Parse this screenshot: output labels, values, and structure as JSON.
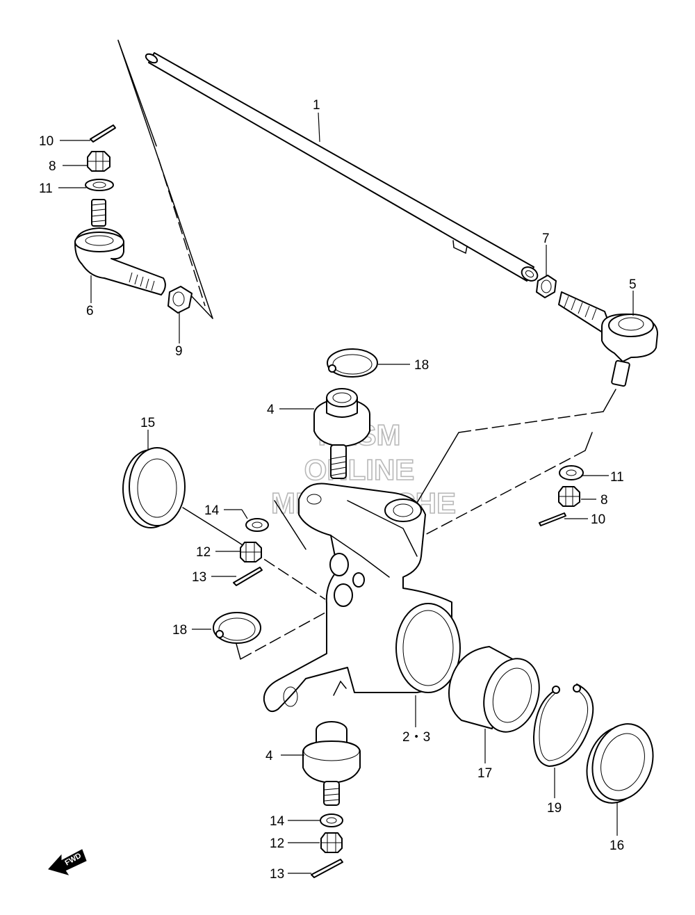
{
  "labels": {
    "p1": "1",
    "p23": "2・3",
    "p4a": "4",
    "p4b": "4",
    "p5": "5",
    "p6": "6",
    "p7": "7",
    "p8a": "8",
    "p8b": "8",
    "p9": "9",
    "p10a": "10",
    "p10b": "10",
    "p11a": "11",
    "p11b": "11",
    "p12a": "12",
    "p12b": "12",
    "p13a": "13",
    "p13b": "13",
    "p14a": "14",
    "p14b": "14",
    "p15": "15",
    "p16": "16",
    "p17": "17",
    "p18a": "18",
    "p18b": "18",
    "p19": "19"
  },
  "watermark": {
    "line1": "HLSM",
    "line2": "ONLINE",
    "line3": "MICROFICHE"
  },
  "fwd_label": "FWD",
  "colors": {
    "line": "#000000",
    "background": "#ffffff",
    "watermark": "#b8b8b8"
  }
}
